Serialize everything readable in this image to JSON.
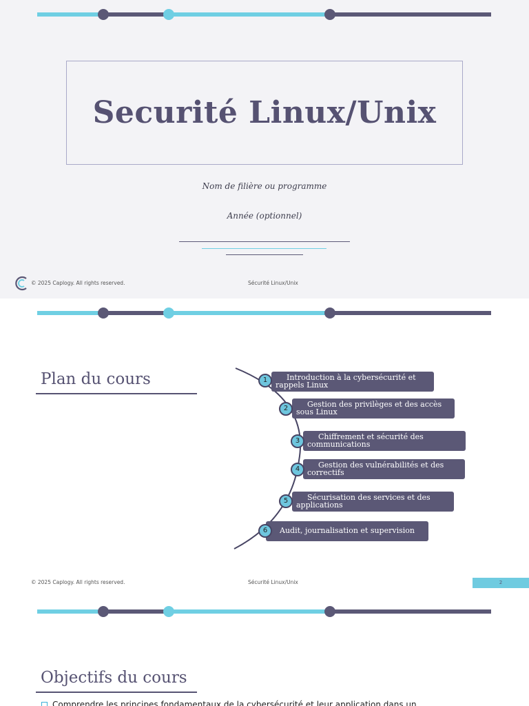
{
  "slide1": {
    "title": "Securité Linux/Unix",
    "subtitle1": "Nom de filière ou programme",
    "subtitle2": "Année (optionnel)",
    "footer_copyright": "©  2025  Caplogy. All rights reserved.",
    "footer_center": "Sécurité Linux/Unix"
  },
  "slide2": {
    "title": "Plan du cours",
    "items": [
      {
        "num": "1",
        "label": "Introduction à la cybersécurité et rappels Linux"
      },
      {
        "num": "2",
        "label": "Gestion des privilèges et des accès sous Linux"
      },
      {
        "num": "3",
        "label": "Chiffrement et sécurité des communications"
      },
      {
        "num": "4",
        "label": "Gestion des vulnérabilités et des correctifs"
      },
      {
        "num": "5",
        "label": "Sécurisation des services et des applications"
      },
      {
        "num": "6",
        "label": "Audit, journalisation et supervision"
      }
    ],
    "footer_copyright": "©  2025  Caplogy. All rights reserved.",
    "footer_center": "Sécurité Linux/Unix",
    "page_number": "2"
  },
  "slide3": {
    "title": "Objectifs du cours",
    "bullet1": "Comprendre les principes fondamentaux de la cybersécurité et leur application dans un"
  },
  "colors": {
    "navy": "#565272",
    "cyan": "#6fcfe3",
    "box_fill": "#5b5876"
  }
}
